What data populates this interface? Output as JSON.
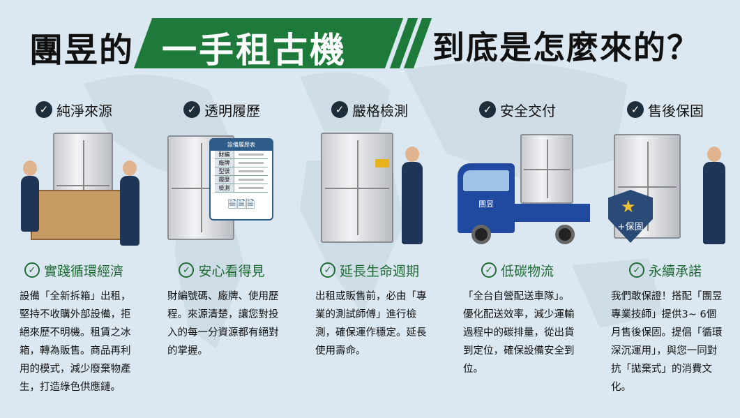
{
  "title": {
    "part1": "團昱的",
    "highlight": "一手租古機",
    "part2": "到底是怎麼來的？"
  },
  "colors": {
    "accent_green": "#1d7a3a",
    "sub_green": "#1d6b33",
    "navy": "#1e2d3a",
    "background": "#dce8f1"
  },
  "columns": [
    {
      "heading": "純淨來源",
      "subheading": "實踐循環經濟",
      "body": "設備「全新拆箱」出租，堅持不收購外部設備，拒絕來歷不明機。租賃之冰箱，轉為販售。商品再利用的模式，減少廢棄物產生，打造綠色供應鏈。"
    },
    {
      "heading": "透明履歷",
      "subheading": "安心看得見",
      "body": "財編號碼、廠牌、使用歷程。來源清楚，讓您對投入的每一分資源都有絕對的掌握。",
      "card": {
        "title": "設備履歷表",
        "rows": [
          "財編",
          "廠牌",
          "型號",
          "履歷",
          "檢測"
        ]
      }
    },
    {
      "heading": "嚴格檢測",
      "subheading": "延長生命週期",
      "body": "出租或販售前，必由「專業的測試師傅」進行檢測，確保運作穩定。延長使用壽命。"
    },
    {
      "heading": "安全交付",
      "subheading": "低碳物流",
      "body": "「全台自營配送車隊」。優化配送效率，減少運輸過程中的碳排量，從出貨到定位，確保設備安全到位。",
      "truck_logo": "團昱"
    },
    {
      "heading": "售後保固",
      "subheading": "永續承諾",
      "body": "我們敢保證！搭配「團昱專業技師」提供3~ 6個月售後保固。提倡「循環深沉運用」，與您一同對抗「拋棄式」的消費文化。",
      "badge": "+保固"
    }
  ],
  "icons": {
    "check": "✓",
    "star": "★"
  }
}
